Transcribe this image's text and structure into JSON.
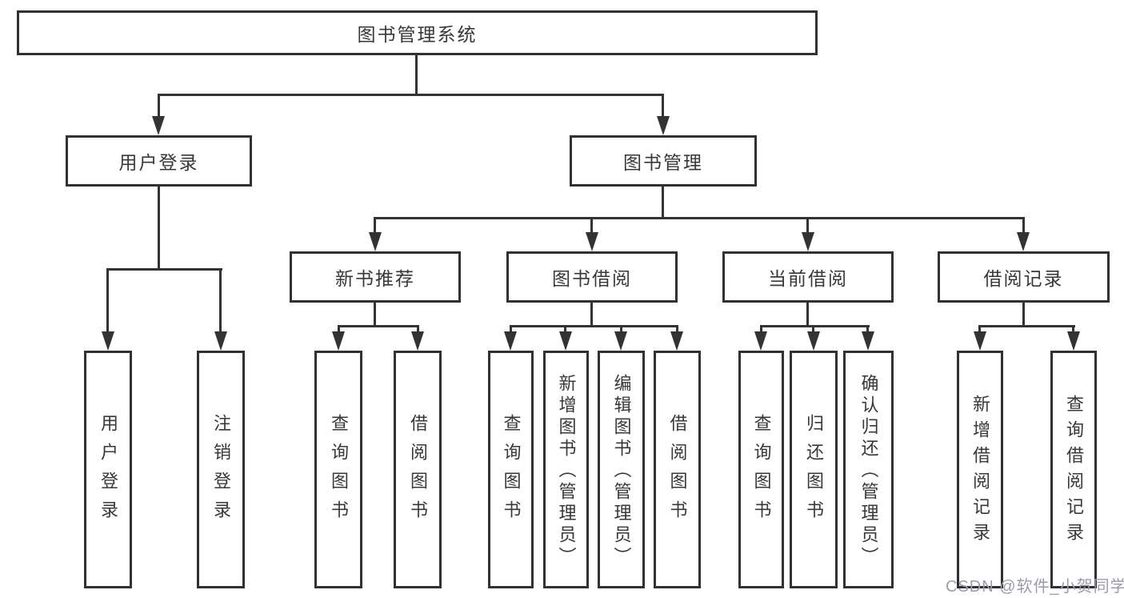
{
  "diagram": {
    "root": {
      "label": "图书管理系统",
      "children": [
        {
          "label": "用户登录",
          "children": [
            {
              "label": "用户登录"
            },
            {
              "label": "注销登录"
            }
          ]
        },
        {
          "label": "图书管理",
          "children": [
            {
              "label": "新书推荐",
              "children": [
                {
                  "label": "查询图书"
                },
                {
                  "label": "借阅图书"
                }
              ]
            },
            {
              "label": "图书借阅",
              "children": [
                {
                  "label": "查询图书"
                },
                {
                  "label": "新增图书（管理员）"
                },
                {
                  "label": "编辑图书（管理员）"
                },
                {
                  "label": "借阅图书"
                }
              ]
            },
            {
              "label": "当前借阅",
              "children": [
                {
                  "label": "查询图书"
                },
                {
                  "label": "归还图书"
                },
                {
                  "label": "确认归还（管理员）"
                }
              ]
            },
            {
              "label": "借阅记录",
              "children": [
                {
                  "label": "新增借阅记录"
                },
                {
                  "label": "查询借阅记录"
                }
              ]
            }
          ]
        }
      ]
    }
  },
  "watermark": {
    "text": "CSDN @软件_小贺同学"
  },
  "colors": {
    "line": "#333333",
    "box_border": "#313131",
    "text": "#383838",
    "watermark": "#9b9bad",
    "background": "#ffffff"
  }
}
